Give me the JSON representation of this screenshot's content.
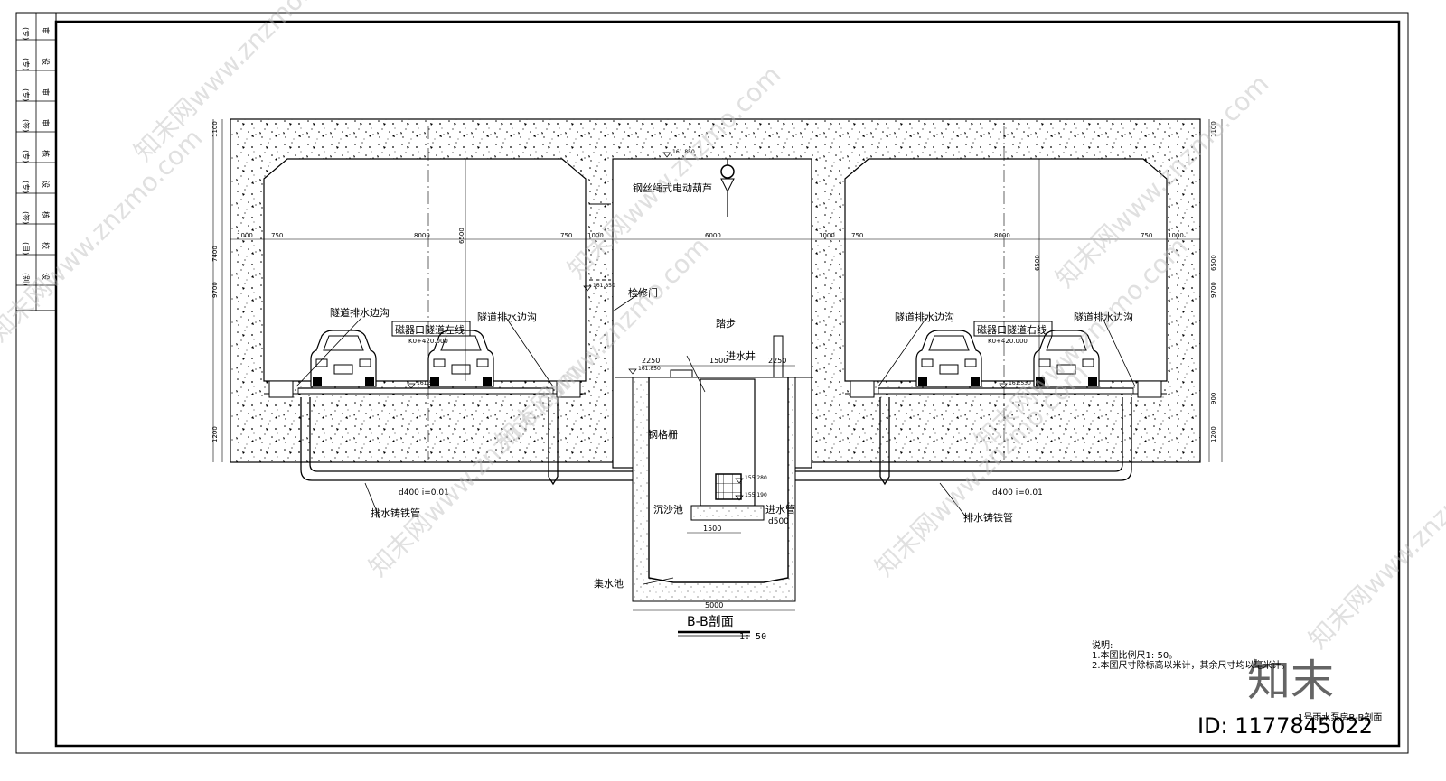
{
  "drawing": {
    "title_block": [
      "(专)",
      "审",
      "(专)",
      "设",
      "(专)",
      "审",
      "(签)",
      "审",
      "(专)",
      "核",
      "(专)",
      "设",
      "(签)",
      "核",
      "(目)",
      "校",
      "(别)",
      "设"
    ],
    "labels": {
      "hoist": "钢丝绳式电动葫芦",
      "access_door": "检修门",
      "step": "踏步",
      "inlet_well": "进水井",
      "grating": "钢格栅",
      "sand_pit": "沉沙池",
      "inlet_pipe": "进水管",
      "inlet_pipe_dia": "d500",
      "sump": "集水池",
      "drain_left_a": "隧道排水边沟",
      "drain_left_b": "隧道排水边沟",
      "drain_right_a": "隧道排水边沟",
      "drain_right_b": "隧道排水边沟",
      "tunnel_left": "磁器口隧道左线",
      "tunnel_right": "磁器口隧道右线",
      "chainage_left": "K0+420.000",
      "chainage_right": "K0+420.000",
      "cast_pipe_left": "排水铸铁管",
      "cast_pipe_right": "排水铸铁管",
      "pipe_left": "d400 i=0.01",
      "pipe_right": "d400 i=0.01"
    },
    "elevations": [
      "161.850",
      "161.850",
      "161.850",
      "161.530",
      "161.530",
      "155.280",
      "155.190"
    ],
    "dims_top": [
      "1000",
      "750",
      "8000",
      "750",
      "1000",
      "6000",
      "1000",
      "750",
      "8000",
      "750",
      "1000"
    ],
    "dims_mid": [
      "2250",
      "1500",
      "2250"
    ],
    "dims_bottom": [
      "1500",
      "5000"
    ],
    "dims_left": [
      "1100",
      "9700",
      "7400",
      "1200"
    ],
    "dims_inner": [
      "6500",
      "6500"
    ],
    "dims_right": [
      "1100",
      "9700",
      "6500",
      "900",
      "1200"
    ],
    "section_title": "B-B剖面",
    "section_scale": "1: 50",
    "notes_title": "说明:",
    "notes": [
      "1.本图比例尺1: 50。",
      "2.本图尺寸除标高以米计，其余尺寸均以毫米计。"
    ],
    "sheet_name": "1号雨水泵房B-B剖面"
  },
  "watermark": {
    "repeat_text": "知末网www.znzmo.com",
    "brand": "知末",
    "id": "ID: 1177845022"
  }
}
